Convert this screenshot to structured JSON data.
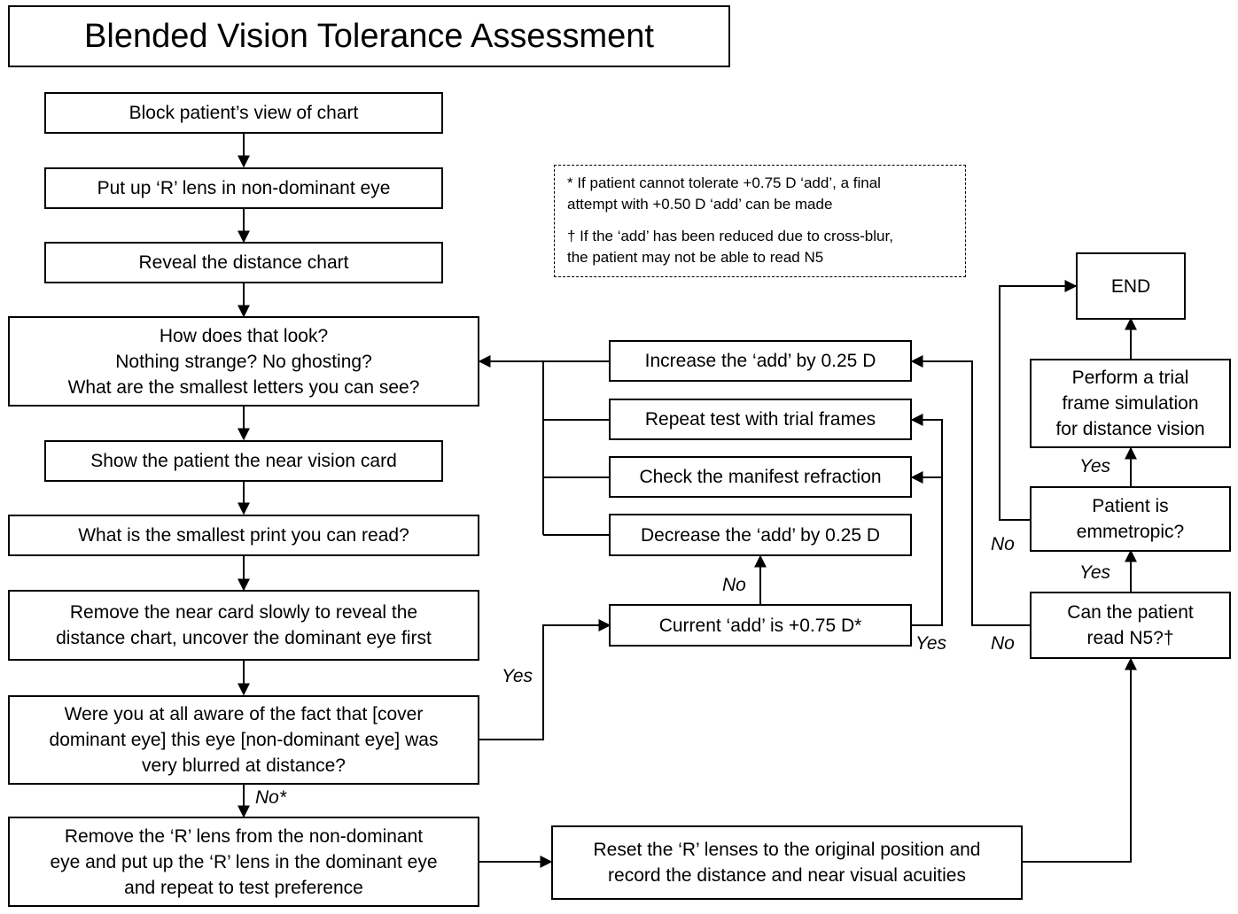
{
  "title": "Blended Vision Tolerance Assessment",
  "steps": {
    "block_view": [
      "Block patient’s view of chart"
    ],
    "put_up_lens": [
      "Put up ‘R’ lens in non-dominant eye"
    ],
    "reveal_chart": [
      "Reveal the distance chart"
    ],
    "how_look": [
      "How does that look?",
      "Nothing strange? No ghosting?",
      "What are the smallest letters you can see?"
    ],
    "show_card": [
      "Show the patient the near vision card"
    ],
    "smallest_print": [
      "What is the smallest print you can read?"
    ],
    "remove_card": [
      "Remove the near card slowly to reveal the",
      "distance chart, uncover the dominant eye first"
    ],
    "aware": [
      "Were you at all aware of the fact that [cover",
      "dominant eye] this eye [non-dominant eye] was",
      "very blurred at distance?"
    ],
    "remove_lens": [
      "Remove the ‘R’ lens from the non-dominant",
      "eye and put up the ‘R’ lens in the dominant eye",
      "and repeat to test preference"
    ],
    "reset": [
      "Reset the ‘R’ lenses to the original position and",
      "record the distance and near visual acuities"
    ],
    "current_add": [
      "Current ‘add’ is +0.75 D*"
    ],
    "increase_add": [
      "Increase the ‘add’ by 0.25 D"
    ],
    "repeat_test": [
      "Repeat test with trial frames"
    ],
    "check_refraction": [
      "Check the manifest refraction"
    ],
    "decrease_add": [
      "Decrease the ‘add’ by 0.25 D"
    ],
    "read_n5": [
      "Can the patient",
      "read N5?†"
    ],
    "emmetropic": [
      "Patient is",
      "emmetropic?"
    ],
    "trial_frame": [
      "Perform a trial",
      "frame simulation",
      "for distance vision"
    ],
    "end": [
      "END"
    ]
  },
  "notes": [
    [
      "* If patient cannot tolerate +0.75 D ‘add’, a final",
      "attempt with +0.50 D ‘add’ can be made"
    ],
    [
      "† If the ‘add’ has been reduced due to cross-blur,",
      "the patient may not be able to read N5"
    ]
  ],
  "labels": {
    "no_star": "No*",
    "yes_aware": "Yes",
    "no_current": "No",
    "yes_current": "Yes",
    "no_n5": "No",
    "yes_n5": "Yes",
    "no_emm": "No",
    "yes_emm": "Yes"
  }
}
